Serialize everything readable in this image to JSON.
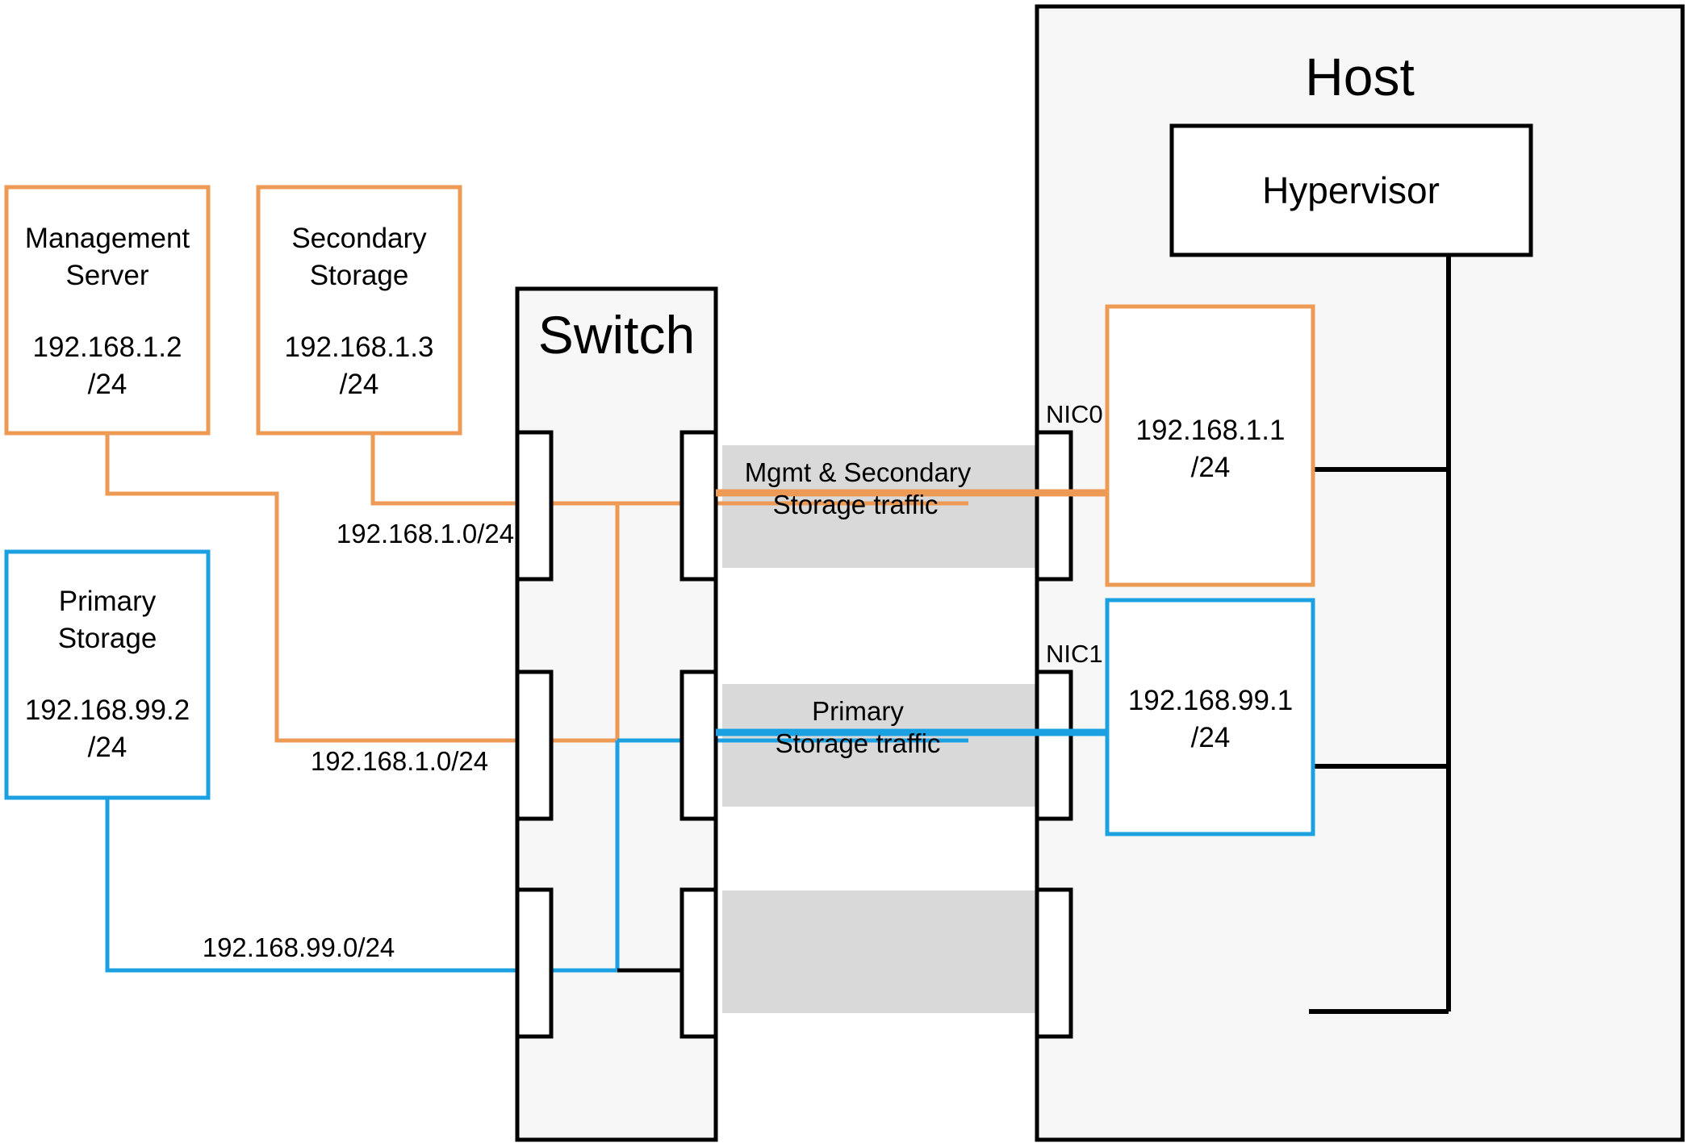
{
  "diagram": {
    "title": "CloudStack basic network topology: management server, storage and host NICs via switch",
    "colors": {
      "orange": "#ED9A55",
      "blue": "#1BA1E2",
      "black": "#000000",
      "lane_gray": "#D9D9D9",
      "container_fill": "#F7F7F7",
      "white": "#FFFFFF"
    }
  },
  "nodes": {
    "management_server": {
      "name": "Management",
      "name2": "Server",
      "ip": "192.168.1.2",
      "mask": "/24",
      "border_color": "#ED9A55"
    },
    "secondary_storage": {
      "name": "Secondary",
      "name2": "Storage",
      "ip": "192.168.1.3",
      "mask": "/24",
      "border_color": "#ED9A55"
    },
    "primary_storage": {
      "name": "Primary",
      "name2": "Storage",
      "ip": "192.168.99.2",
      "mask": "/24",
      "border_color": "#1BA1E2"
    }
  },
  "switch": {
    "label": "Switch",
    "ports_left": [
      "port-left-1",
      "port-left-2",
      "port-left-3"
    ],
    "ports_right": [
      "port-right-1",
      "port-right-2",
      "port-right-3"
    ]
  },
  "host": {
    "label": "Host",
    "hypervisor_label": "Hypervisor",
    "nics": [
      {
        "nic_label": "NIC0",
        "ip": "192.168.1.1",
        "mask": "/24",
        "border_color": "#ED9A55"
      },
      {
        "nic_label": "NIC1",
        "ip": "192.168.99.1",
        "mask": "/24",
        "border_color": "#1BA1E2"
      }
    ]
  },
  "lanes": [
    {
      "line1": "Mgmt & Secondary",
      "line2": "Storage traffic",
      "line_color": "#ED9A55"
    },
    {
      "line1": "Primary",
      "line2": "Storage traffic",
      "line_color": "#1BA1E2"
    }
  ],
  "subnet_labels": [
    {
      "text": "192.168.1.0/24"
    },
    {
      "text": "192.168.1.0/24"
    },
    {
      "text": "192.168.99.0/24"
    }
  ]
}
